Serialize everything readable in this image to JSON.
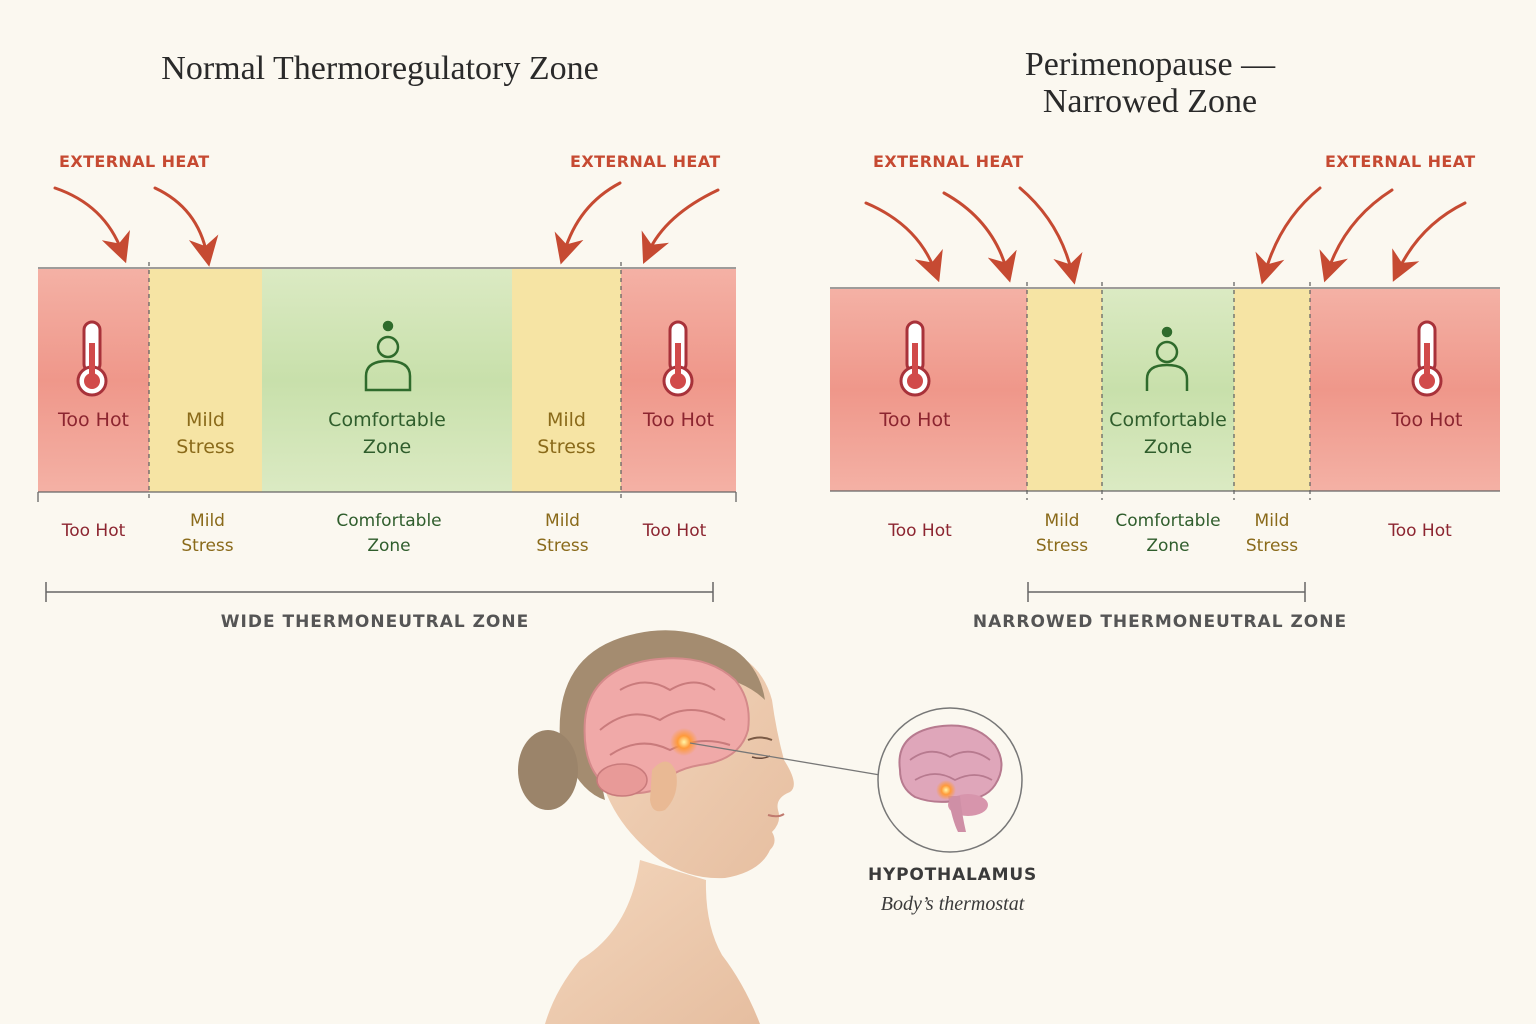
{
  "left_panel": {
    "title": "Normal Thermoregulatory Zone",
    "external_heat_left": "EXTERNAL HEAT",
    "external_heat_right": "EXTERNAL HEAT",
    "zones": [
      {
        "label_line1": "Too Hot",
        "label_line2": "",
        "kind": "hot",
        "icon": "thermometer-icon"
      },
      {
        "label_line1": "Mild",
        "label_line2": "Stress",
        "kind": "mild",
        "icon": ""
      },
      {
        "label_line1": "Comfortable",
        "label_line2": "Zone",
        "kind": "comfort",
        "icon": "person-icon"
      },
      {
        "label_line1": "Mild",
        "label_line2": "Stress",
        "kind": "mild",
        "icon": ""
      },
      {
        "label_line1": "Too Hot",
        "label_line2": "",
        "kind": "hot",
        "icon": "thermometer-icon"
      }
    ],
    "range_label": "WIDE THERMONEUTRAL ZONE"
  },
  "right_panel": {
    "title_line1": "Perimenopause —",
    "title_line2": "Narrowed Zone",
    "external_heat_left": "EXTERNAL HEAT",
    "external_heat_right": "EXTERNAL HEAT",
    "zones": [
      {
        "label_line1": "Too Hot",
        "label_line2": "",
        "kind": "hot",
        "icon": "thermometer-icon"
      },
      {
        "label_line1": "Mild",
        "label_line2": "Stress",
        "kind": "mild",
        "icon": ""
      },
      {
        "label_line1": "Comfortable",
        "label_line2": "Zone",
        "kind": "comfort",
        "icon": "person-icon"
      },
      {
        "label_line1": "Mild",
        "label_line2": "Stress",
        "kind": "mild",
        "icon": ""
      },
      {
        "label_line1": "Too Hot",
        "label_line2": "",
        "kind": "hot",
        "icon": "thermometer-icon"
      }
    ],
    "range_label": "NARROWED THERMONEUTRAL ZONE"
  },
  "hypothalamus": {
    "label": "HYPOTHALAMUS",
    "caption": "Body’s thermostat"
  },
  "colors": {
    "hot": "#f09a8c",
    "mild": "#f6e2a0",
    "comfort": "#cfe3b4",
    "arrow": "#c64a32"
  }
}
